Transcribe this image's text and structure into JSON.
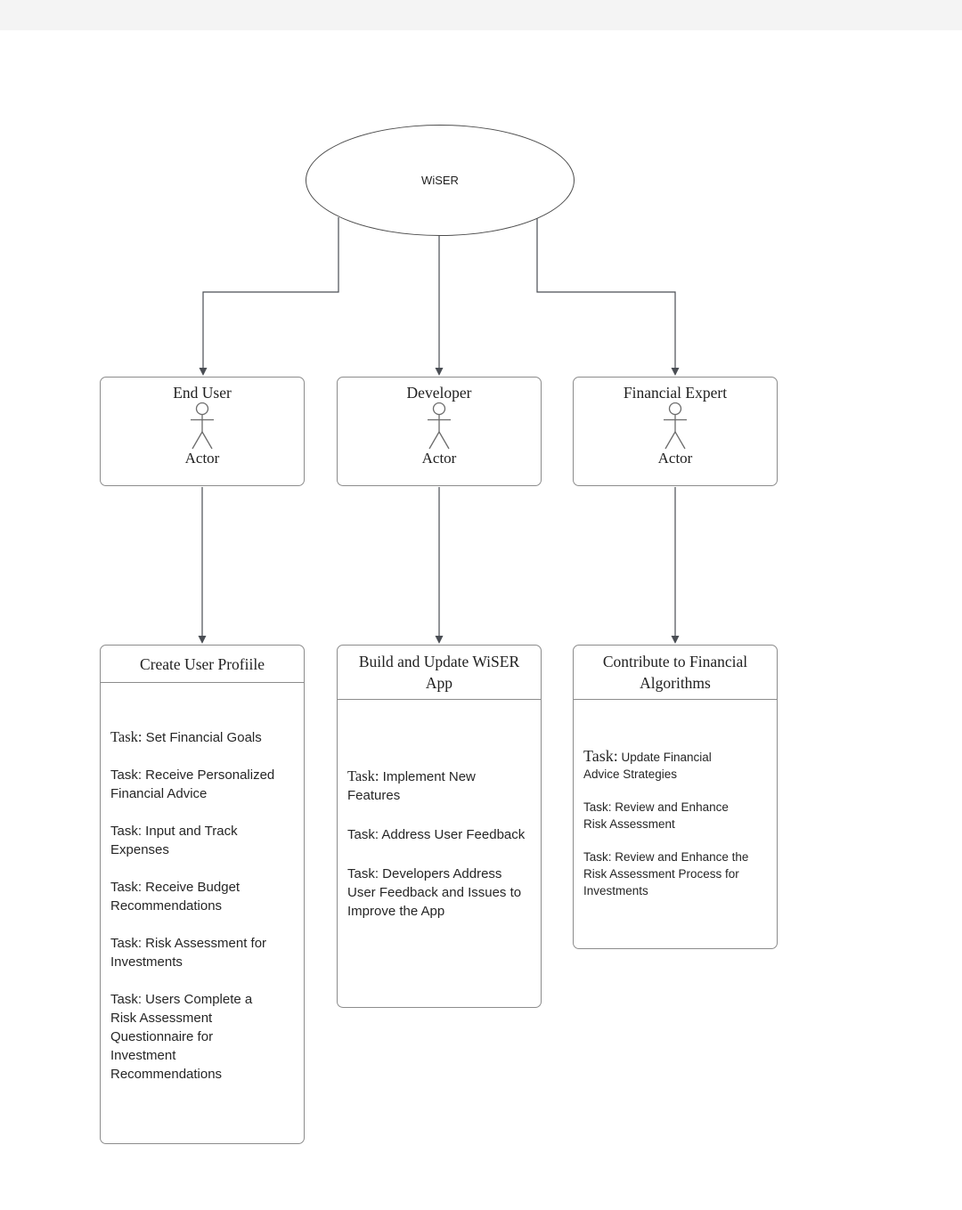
{
  "diagram": {
    "root": {
      "label": "WiSER"
    },
    "actors": [
      {
        "title": "End User",
        "role_label": "Actor"
      },
      {
        "title": "Developer",
        "role_label": "Actor"
      },
      {
        "title": "Financial Expert",
        "role_label": "Actor"
      }
    ],
    "task_boxes": [
      {
        "title": "Create User Profiile",
        "tasks": [
          {
            "prefix": "Task:",
            "text": " Set Financial Goals"
          },
          {
            "prefix": "Task:",
            "text": " Receive Personalized Financial Advice"
          },
          {
            "prefix": "Task:",
            "text": " Input and Track Expenses"
          },
          {
            "prefix": "Task:",
            "text": " Receive Budget Recommendations"
          },
          {
            "prefix": "Task:",
            "text": " Risk Assessment for Investments"
          },
          {
            "prefix": "Task:",
            "text": " Users Complete a Risk Assessment Questionnaire for Investment Recommendations"
          }
        ]
      },
      {
        "title": "Build and Update WiSER App",
        "tasks": [
          {
            "prefix": "Task:",
            "text": " Implement New Features"
          },
          {
            "prefix": "Task:",
            "text": " Address User Feedback"
          },
          {
            "prefix": "Task:",
            "text": " Developers Address User Feedback and Issues to Improve the App"
          }
        ]
      },
      {
        "title": "Contribute to Financial Algorithms",
        "tasks": [
          {
            "prefix": "Task:",
            "text": " Update Financial Advice Strategies"
          },
          {
            "prefix": "Task:",
            "text": " Review and Enhance Risk Assessment"
          },
          {
            "prefix": "Task:",
            "text": " Review and Enhance the Risk Assessment Process for Investments"
          }
        ]
      }
    ],
    "colors": {
      "connector": "#4a4e54",
      "box_border": "#8c8c8c",
      "background": "#ffffff",
      "topbar": "#f4f4f4",
      "text": "#1f1f1f"
    }
  }
}
